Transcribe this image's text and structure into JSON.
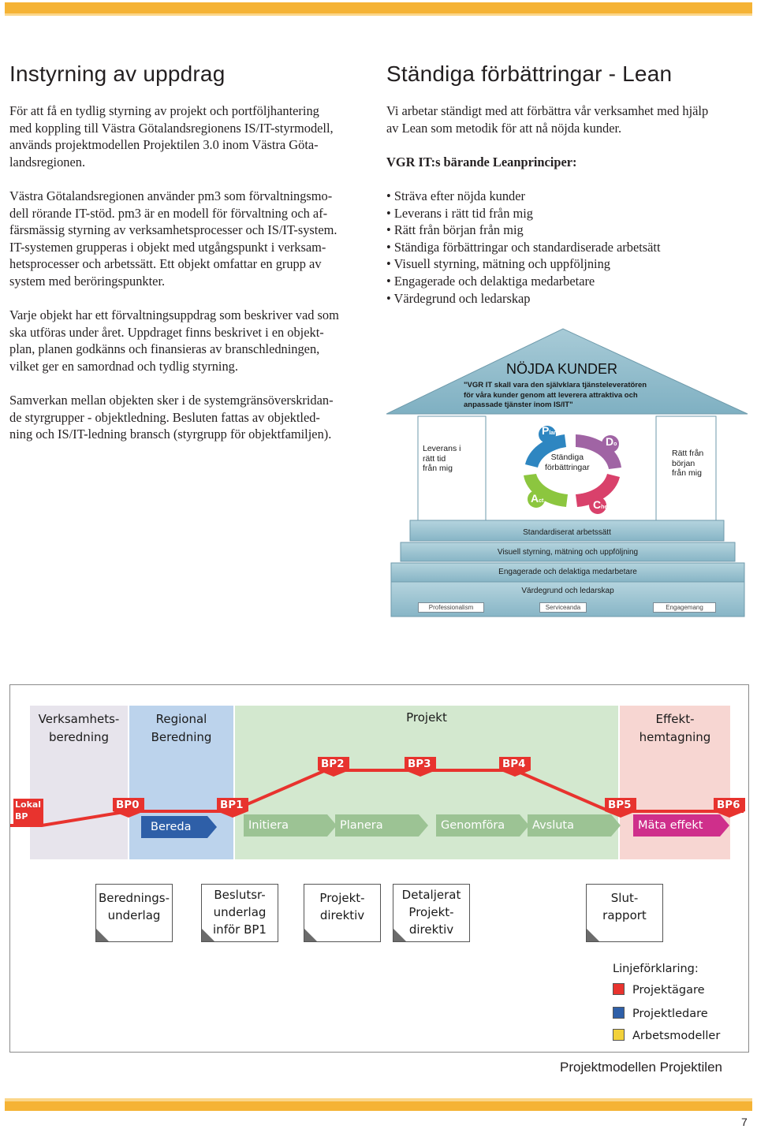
{
  "left": {
    "heading": "Instyrning av uppdrag",
    "p1": [
      "För att få en tydlig styrning av projekt och portföljhantering",
      "med koppling till Västra Götalandsregionens IS/IT-styrmodell,",
      "används projektmodellen Projektilen 3.0 inom Västra Göta-",
      "landsregionen."
    ],
    "p2": [
      "Västra Götalandsregionen använder pm3 som förvaltningsmo-",
      "dell rörande IT-stöd.  pm3 är en modell för förvaltning och af-",
      "färsmässig styrning av verksamhetsprocesser och IS/IT-system.",
      "IT-systemen grupperas i objekt med utgångspunkt i verksam-",
      "hetsprocesser och arbetssätt. Ett objekt omfattar en grupp av",
      "system med beröringspunkter."
    ],
    "p3": [
      "Varje objekt har ett förvaltningsuppdrag som beskriver vad som",
      "ska utföras under året. Uppdraget finns beskrivet i en objekt-",
      "plan, planen godkänns och finansieras av branschledningen,",
      "vilket ger en samordnad och tydlig styrning."
    ],
    "p4": [
      "Samverkan mellan objekten sker i de systemgränsöverskridan-",
      "de styrgrupper -  objektledning. Besluten fattas av objektled-",
      "ning och IS/IT-ledning bransch (styrgrupp för objektfamiljen)."
    ]
  },
  "right": {
    "heading": "Ständiga förbättringar - Lean",
    "intro": [
      "Vi arbetar ständigt med att förbättra vår verksamhet med hjälp",
      "av Lean som metodik för att nå nöjda kunder."
    ],
    "subheading": "VGR IT:s bärande Leanprinciper:",
    "principles": [
      "Sträva efter nöjda kunder",
      "Leverans i rätt tid från mig",
      "Rätt från början från mig",
      "Ständiga förbättringar och standardiserade arbetsätt",
      "Visuell styrning, mätning och uppföljning",
      "Engagerade och delaktiga medarbetare",
      "Värdegrund och ledarskap"
    ]
  },
  "lean_house": {
    "roof_title": "NÖJDA KUNDER",
    "roof_quote": [
      "\"VGR IT skall vara den självklara tjänsteleveratören",
      "för våra kunder genom att leverera attraktiva och",
      "anpassade tjänster inom IS/IT\""
    ],
    "left_pillar": [
      "Leverans i",
      "rätt tid",
      "från mig"
    ],
    "right_pillar": [
      "Rätt från",
      "början",
      "från mig"
    ],
    "center": [
      "Ständiga",
      "förbättringar"
    ],
    "pdca": {
      "p": "P",
      "p_sub": "lan",
      "d": "D",
      "d_sub": "o",
      "c": "C",
      "c_sub": "heck",
      "a": "A",
      "a_sub": "ct"
    },
    "steps": [
      "Standardiserat arbetssätt",
      "Visuell styrning, mätning och uppföljning",
      "Engagerade och delaktiga medarbetare",
      "Värdegrund och ledarskap"
    ],
    "values": [
      "Professionalism",
      "Serviceanda",
      "Engagemang"
    ],
    "colors": {
      "roof": "#8ab7c7",
      "pillar": "#8ab7c7",
      "plan": "#2e86c1",
      "do": "#a064a4",
      "check": "#d9416b",
      "act": "#8cc63f"
    }
  },
  "project_model": {
    "zones": [
      "Verksamhets-\nberedning",
      "Regional\nBeredning",
      "Projekt",
      "Effekt-\nhemtagning"
    ],
    "zone_lines": [
      [
        "Verksamhets-",
        "beredning"
      ],
      [
        "Regional",
        "Beredning"
      ],
      [
        "Projekt"
      ],
      [
        "Effekt-",
        "hemtagning"
      ]
    ],
    "bps": [
      "Lokal BP",
      "BP0",
      "BP1",
      "BP2",
      "BP3",
      "BP4",
      "BP5",
      "BP6"
    ],
    "lokal_lines": [
      "Lokal",
      "BP"
    ],
    "phases": [
      "Bereda",
      "Initiera",
      "Planera",
      "Genomföra",
      "Avsluta",
      "Mäta effekt"
    ],
    "documents": [
      [
        "Berednings-",
        "underlag"
      ],
      [
        "Beslutsr-",
        "underlag",
        "inför BP1"
      ],
      [
        "Projekt-",
        "direktiv"
      ],
      [
        "Detaljerat",
        "Projekt-",
        "direktiv"
      ],
      [
        "Slut-",
        "rapport"
      ]
    ],
    "legend_title": "Linjeförklaring:",
    "legend": [
      {
        "label": "Projektägare",
        "color": "#e8332e"
      },
      {
        "label": "Projektledare",
        "color": "#2e5fa8"
      },
      {
        "label": "Arbetsmodeller",
        "color": "#f2d13a"
      }
    ],
    "colors": {
      "zone1": "#e7e4ec",
      "zone2": "#bcd3ec",
      "zone3": "#d3e8cf",
      "zone4": "#f7d6d2",
      "line": "#e8332e",
      "bereda": "#2e5fa8",
      "phase": "#9cc394",
      "effekt": "#cf2f8b"
    }
  },
  "caption": "Projektmodellen Projektilen",
  "page_number": "7"
}
